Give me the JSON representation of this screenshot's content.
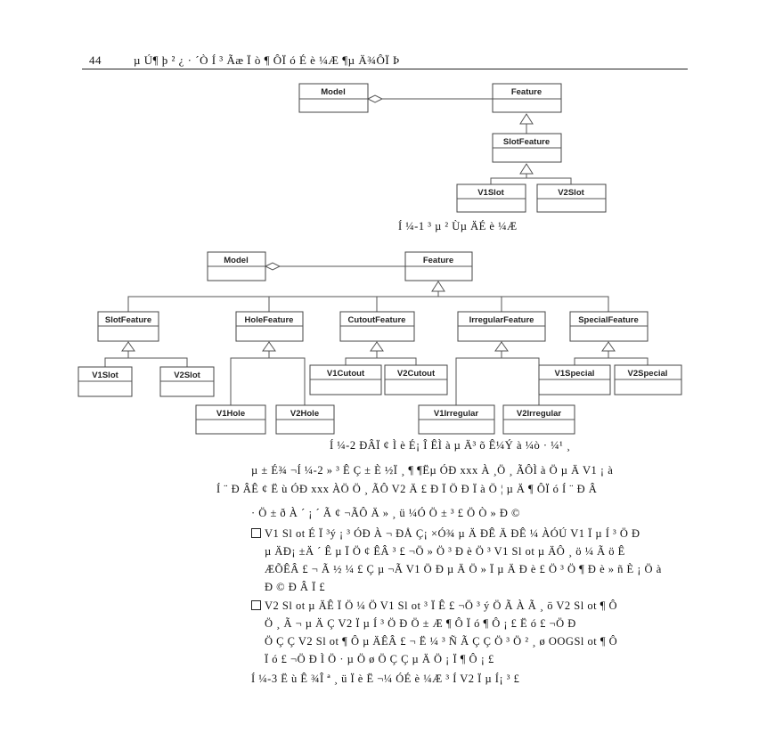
{
  "header": {
    "page_number": "44",
    "running_title": "µ Ú¶ þ ² ¿ · ´Ò Í ³ Ãæ Ï ò ¶ ÔÏ ó É è ¼Æ ¶µ Ä¾ÔÏ Þ"
  },
  "figure1": {
    "classes": [
      "Model",
      "Feature",
      "SlotFeature",
      "V1Slot",
      "V2Slot"
    ],
    "caption": "Í ¼-1   ³ µ ² Ùµ ÄÉ è ¼Æ"
  },
  "figure2": {
    "classes": [
      "Model",
      "Feature",
      "SlotFeature",
      "HoleFeature",
      "CutoutFeature",
      "IrregularFeature",
      "SpecialFeature",
      "V1Slot",
      "V2Slot",
      "V1Cutout",
      "V2Cutout",
      "V1Special",
      "V2Special",
      "V1Hole",
      "V2Hole",
      "V1Irregular",
      "V2Irregular"
    ],
    "caption": "Í ¼-2   ÐÂÏ ¢ Ì è É¡ Î ÊÌ à µ Ä³ õ Ê¼Ý à ¼ò · ¼¹ ¸"
  },
  "body": {
    "para1_line1": "µ ± É¾ ¬Í ¼-2 » ³ Ê Ç ± È ½Ï ¸ ¶ ¶Ëµ ÓÐ xxx À ¸Ö ¸ ÃÔÌ à Ö µ Ä        V1 ¡ à",
    "para1_line2": "Í ¨ Ð ÂÊ ¢ Ë ù ÓÐ xxx ÀÖ Ö ¸ ÃÔ        V2 Ä £ Ð Ï  Ö Ð Ï à  Ö ¦ µ Ä ¶ ÔÏ ó Í ¨ Ð Â",
    "para2": "· Ö ± ð À ´ ¡ ´ Ã ¢ ¬ÃÔ Ä »  ¸ ü ¼Ó Ö ± ³ £ Ö Ò » Ð ©",
    "bullet1_lines": [
      "V1 Sl ot É Ï ³ý ¡ ³ ÓÐ À ¬ ÐÅ Ç¡ ×Ó¾ µ Ä ÐÊ Ä ÐÊ ¼ ÀÓÚ                  V1 Ï µ Í ³ Ö Ð",
      "µ ÄÐ¡ ±Ä ´ Ê µ Ï  Ö ¢ ÊÂ ³ £ ¬Ö » Ö ³  Ð è  Ö ³ V1 Sl ot µ ÄÔ ¸ ö ¼ Ã ö Ê",
      "ÆÕÊÂ       £ ¬ Ã ½ ¼ £ Ç µ ¬Ã          V1 Ö Ð µ Ä Ö » Ï µ Ä Ð è £ Ö ³ Ö ¶ Ð è » ñ È ¡ Ö à",
      "Ð © Ð Â Ï £"
    ],
    "bullet2_lines": [
      "V2 Sl ot µ ÄÊ Ï Ö ¼ Ö        V1 Sl ot ³ Ï Ê         £ ¬Ö ³ ý Ö Ã À Ã ¸ ö         V2 Sl ot ¶ Ô",
      "Ö ¸ Ã ¬ µ Ä Ç        V2 Ï µ Í ³  Ö Ð Ö ± Æ ¶ Ô Ï ó ¶ Ô ¡ £ Ë ó  £ ¬Ö Ð",
      "Ö Ç Ç   V2 Sl ot ¶ Ô µ ÄÊÂ       £ ¬ Ë ¼ ³ Ñ Ã Ç Ç Ö ³ Ö ² ¸ ø          OOGSl ot ¶ Ô",
      "Ï ó £ ¬Ö Ð Ì Ö · µ Ö ø Ö Ç Ç µ Ä Ö ¡ Ï ¶ Ô               ¡ £"
    ],
    "closing_line": "Í ¼-3 Ë ù Ê ¾Î ª ¸ ü Ï è Ë ¬¼ ÓÉ è ¼Æ ³ Í V2 Ï µ Í¡ ³ £"
  }
}
